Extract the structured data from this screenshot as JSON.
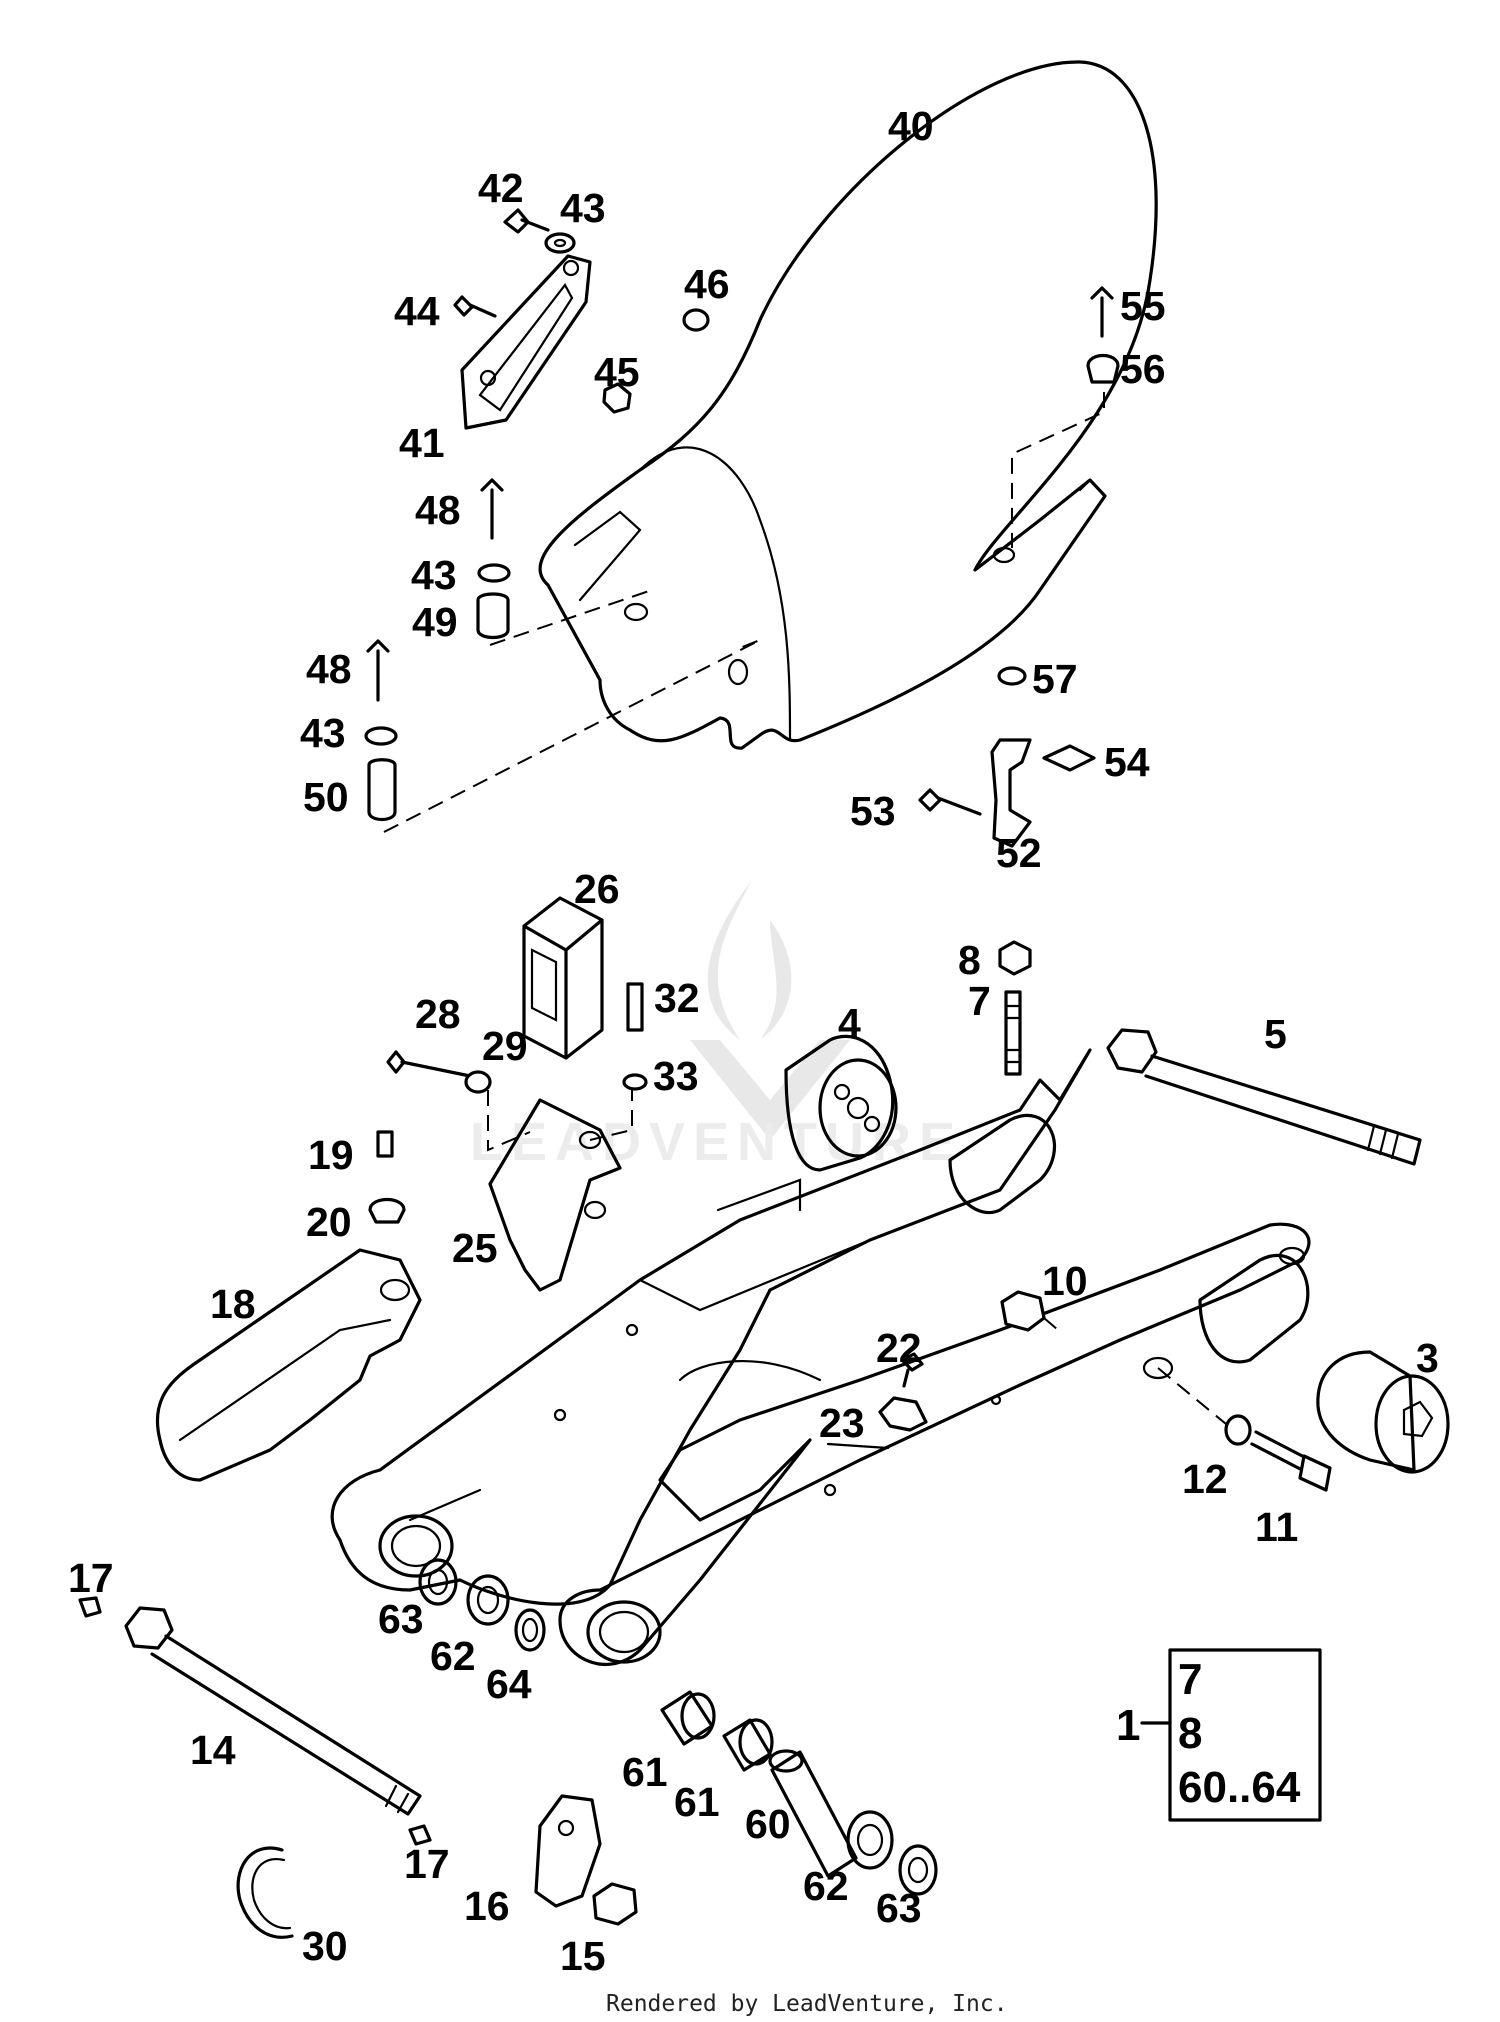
{
  "diagram": {
    "part_labels": [
      {
        "id": "40",
        "text": "40"
      },
      {
        "id": "42",
        "text": "42"
      },
      {
        "id": "43a",
        "text": "43"
      },
      {
        "id": "46",
        "text": "46"
      },
      {
        "id": "44",
        "text": "44"
      },
      {
        "id": "45",
        "text": "45"
      },
      {
        "id": "55",
        "text": "55"
      },
      {
        "id": "56",
        "text": "56"
      },
      {
        "id": "41",
        "text": "41"
      },
      {
        "id": "48a",
        "text": "48"
      },
      {
        "id": "43b",
        "text": "43"
      },
      {
        "id": "49",
        "text": "49"
      },
      {
        "id": "48b",
        "text": "48"
      },
      {
        "id": "43c",
        "text": "43"
      },
      {
        "id": "50",
        "text": "50"
      },
      {
        "id": "57",
        "text": "57"
      },
      {
        "id": "54",
        "text": "54"
      },
      {
        "id": "53",
        "text": "53"
      },
      {
        "id": "52",
        "text": "52"
      },
      {
        "id": "26",
        "text": "26"
      },
      {
        "id": "8",
        "text": "8"
      },
      {
        "id": "28",
        "text": "28"
      },
      {
        "id": "29",
        "text": "29"
      },
      {
        "id": "32",
        "text": "32"
      },
      {
        "id": "33",
        "text": "33"
      },
      {
        "id": "4",
        "text": "4"
      },
      {
        "id": "7",
        "text": "7"
      },
      {
        "id": "5",
        "text": "5"
      },
      {
        "id": "19",
        "text": "19"
      },
      {
        "id": "20",
        "text": "20"
      },
      {
        "id": "25",
        "text": "25"
      },
      {
        "id": "10",
        "text": "10"
      },
      {
        "id": "18",
        "text": "18"
      },
      {
        "id": "22",
        "text": "22"
      },
      {
        "id": "3",
        "text": "3"
      },
      {
        "id": "23",
        "text": "23"
      },
      {
        "id": "12",
        "text": "12"
      },
      {
        "id": "11",
        "text": "11"
      },
      {
        "id": "17a",
        "text": "17"
      },
      {
        "id": "63a",
        "text": "63"
      },
      {
        "id": "62a",
        "text": "62"
      },
      {
        "id": "64",
        "text": "64"
      },
      {
        "id": "14",
        "text": "14"
      },
      {
        "id": "61a",
        "text": "61"
      },
      {
        "id": "61b",
        "text": "61"
      },
      {
        "id": "60",
        "text": "60"
      },
      {
        "id": "17b",
        "text": "17"
      },
      {
        "id": "62b",
        "text": "62"
      },
      {
        "id": "63b",
        "text": "63"
      },
      {
        "id": "16",
        "text": "16"
      },
      {
        "id": "15",
        "text": "15"
      },
      {
        "id": "30",
        "text": "30"
      }
    ],
    "kit": {
      "label": "1",
      "contents": [
        "7",
        "8",
        "60..64"
      ]
    },
    "watermark": "LEADVENTURE",
    "footer": "Rendered by LeadVenture, Inc."
  }
}
